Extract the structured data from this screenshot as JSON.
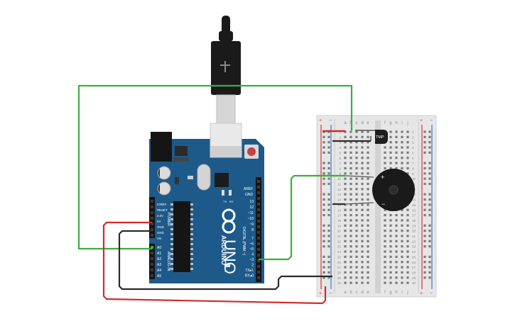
{
  "colors": {
    "background": "#ffffff",
    "arduino_blue": "#1d5a8a",
    "arduino_dark": "#164a73",
    "wire_green": "#3cae3f",
    "wire_red": "#d12a2a",
    "wire_black": "#2b2b2b",
    "breadboard": "#e6e6e6",
    "rail_red": "#d33",
    "rail_blue": "#3a7cc8"
  },
  "arduino": {
    "brand": "ARDUINO",
    "model": "UNO",
    "power_label": "POWER",
    "analog_label": "ANALOG IN",
    "digital_label": "DIGITAL (PWM ~)",
    "ioref": "IOREF",
    "reset": "RESET",
    "v33": "3.3V",
    "v5": "5V",
    "gnd1": "GND",
    "gnd2": "GND",
    "vin": "Vin",
    "analog_pins": [
      "A0",
      "A1",
      "A2",
      "A3",
      "A4",
      "A5"
    ],
    "aref": "AREF",
    "gnd_top": "GND",
    "digital_pins": [
      "13",
      "12",
      "~11",
      "~10",
      "~9",
      "8",
      "7",
      "~6",
      "~5",
      "4",
      "~3",
      "2",
      "TX▸1",
      "RX◂0"
    ],
    "led_tx": "TX",
    "led_rx": "RX",
    "led_l": "L"
  },
  "breadboard": {
    "col_left": [
      "a",
      "b",
      "c",
      "d",
      "e"
    ],
    "col_right": [
      "f",
      "g",
      "h",
      "i",
      "j"
    ],
    "rows": [
      "1",
      "2",
      "3",
      "4",
      "5",
      "6",
      "7",
      "8",
      "9",
      "10",
      "11",
      "12",
      "13",
      "14",
      "15",
      "16",
      "17",
      "18",
      "19",
      "20",
      "21",
      "22",
      "23",
      "24",
      "25",
      "26",
      "27",
      "28",
      "29",
      "30"
    ],
    "plus": "+",
    "minus": "−"
  },
  "sensor": {
    "label": "TMP"
  },
  "buzzer": {
    "plus": "+",
    "minus": "−"
  }
}
